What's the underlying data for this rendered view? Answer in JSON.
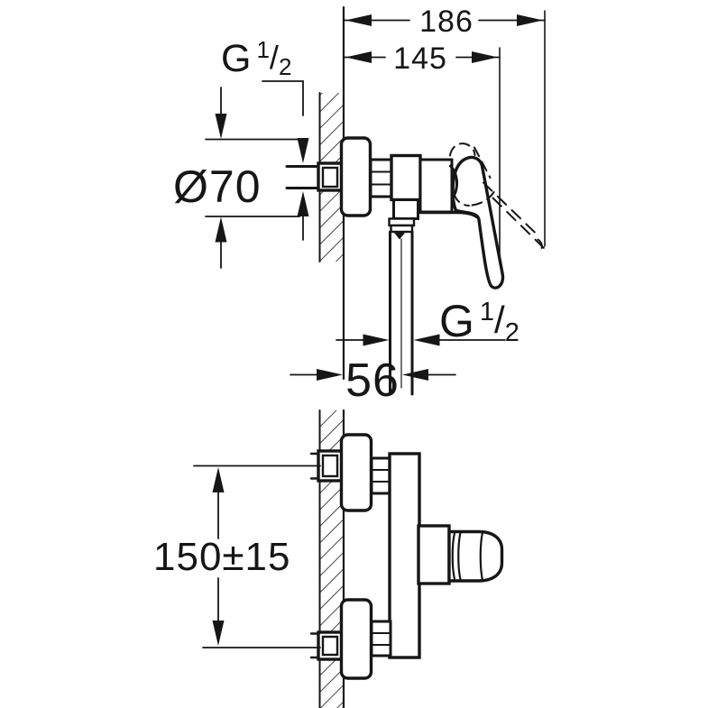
{
  "drawing": {
    "kind": "technical dimension drawing",
    "subject": "wall-mounted single-lever shower mixer, side view (top) and plan view (bottom)",
    "colors": {
      "line": "#161616",
      "background": "#ffffff"
    }
  },
  "dimensions": {
    "overall_depth": "186",
    "handle_depth": "145",
    "escutcheon_diameter": "Ø70",
    "outlet_offset": "56",
    "inlet_spacing": "150±15",
    "inlet_thread": {
      "prefix": "G",
      "numerator": "1",
      "slash": "/",
      "denominator": "2"
    },
    "outlet_thread": {
      "prefix": "G",
      "numerator": "1",
      "slash": "/",
      "denominator": "2"
    }
  }
}
